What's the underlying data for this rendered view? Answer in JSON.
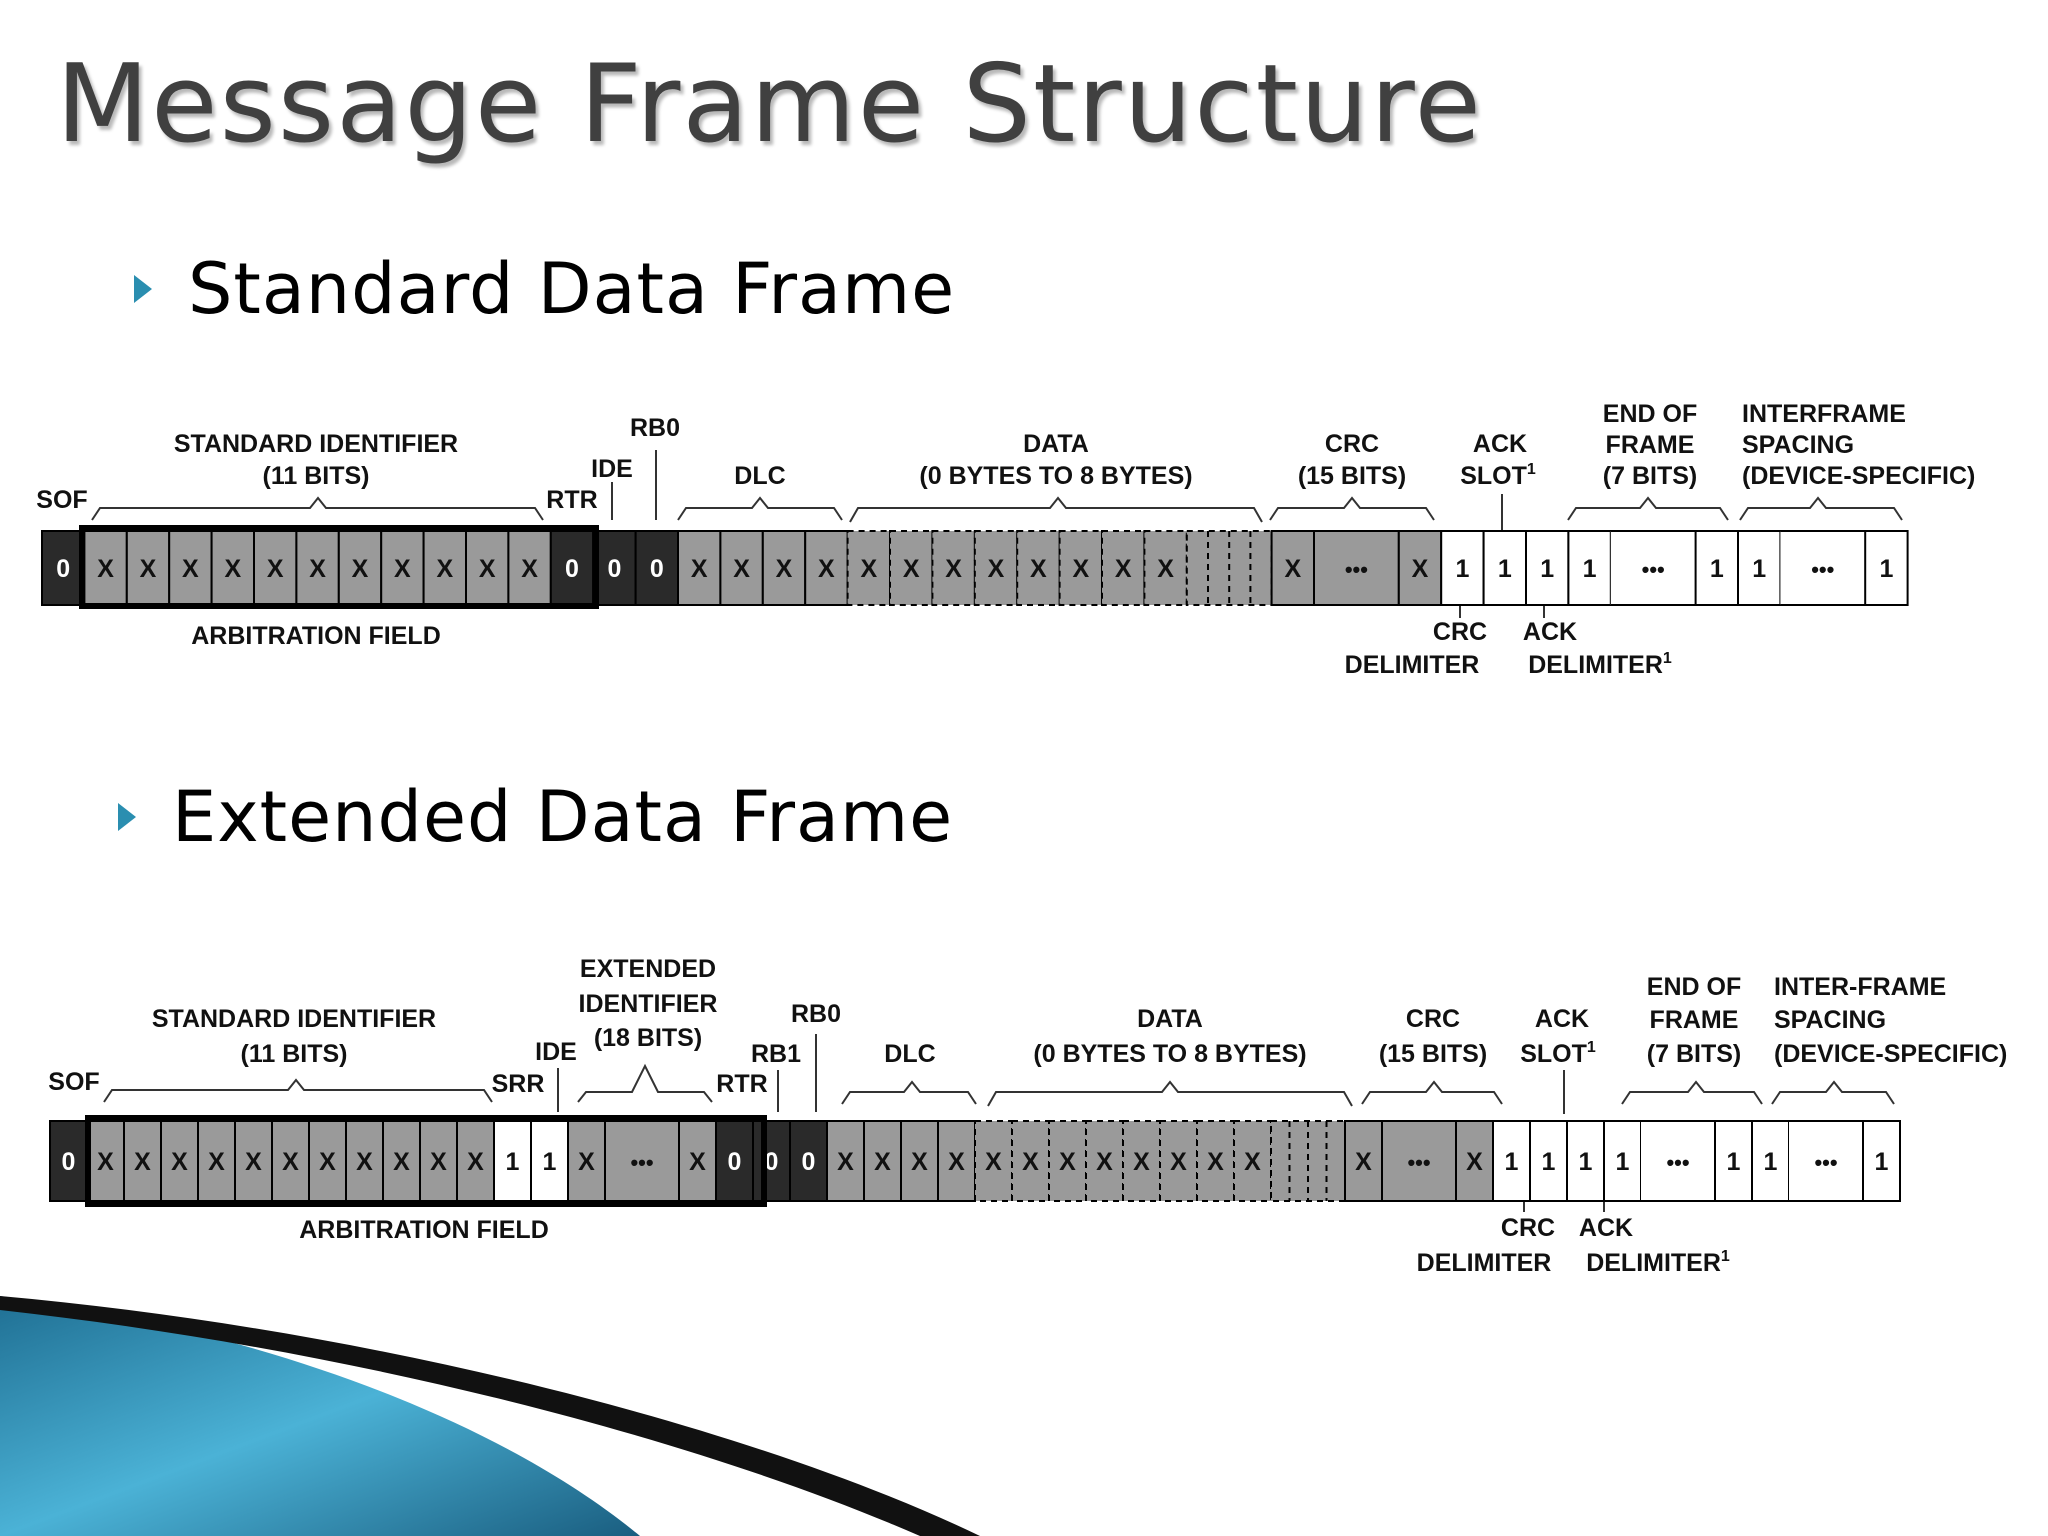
{
  "title": "Message Frame Structure",
  "bullets": {
    "standard": "Standard Data Frame",
    "extended": "Extended Data Frame"
  },
  "colors": {
    "dark_bit": "#2a2a2a",
    "gray_bit": "#9a9a9a",
    "white_bit": "#ffffff",
    "accent": "#2a8eb0",
    "swoosh_blue": "#39a0c8"
  },
  "standard_frame": {
    "labels": {
      "sof": "SOF",
      "std_id_line1": "STANDARD IDENTIFIER",
      "std_id_line2": "(11 BITS)",
      "rtr": "RTR",
      "ide": "IDE",
      "rb0": "RB0",
      "dlc": "DLC",
      "data_line1": "DATA",
      "data_line2": "(0 BYTES TO 8 BYTES)",
      "crc_line1": "CRC",
      "crc_line2": "(15 BITS)",
      "ack_line1": "ACK",
      "ack_line2": "SLOT",
      "eof_line1": "END OF",
      "eof_line2": "FRAME",
      "eof_line3": "(7 BITS)",
      "ifs_line1": "INTERFRAME",
      "ifs_line2": "SPACING",
      "ifs_line3": "(DEVICE-SPECIFIC)",
      "arbitration": "ARBITRATION FIELD",
      "crc_delim_line1": "CRC",
      "crc_delim_line2": "DELIMITER",
      "ack_delim_line1": "ACK",
      "ack_delim_line2": "DELIMITER",
      "footnote": "1"
    },
    "bits": [
      {
        "v": "0",
        "s": "dark"
      },
      {
        "v": "X",
        "s": "gray"
      },
      {
        "v": "X",
        "s": "gray"
      },
      {
        "v": "X",
        "s": "gray"
      },
      {
        "v": "X",
        "s": "gray"
      },
      {
        "v": "X",
        "s": "gray"
      },
      {
        "v": "X",
        "s": "gray"
      },
      {
        "v": "X",
        "s": "gray"
      },
      {
        "v": "X",
        "s": "gray"
      },
      {
        "v": "X",
        "s": "gray"
      },
      {
        "v": "X",
        "s": "gray"
      },
      {
        "v": "X",
        "s": "gray"
      },
      {
        "v": "0",
        "s": "dark"
      },
      {
        "v": "0",
        "s": "dark"
      },
      {
        "v": "0",
        "s": "dark"
      },
      {
        "v": "X",
        "s": "gray"
      },
      {
        "v": "X",
        "s": "gray"
      },
      {
        "v": "X",
        "s": "gray"
      },
      {
        "v": "X",
        "s": "gray"
      },
      {
        "v": "X",
        "s": "data"
      },
      {
        "v": "X",
        "s": "data"
      },
      {
        "v": "X",
        "s": "data"
      },
      {
        "v": "X",
        "s": "data"
      },
      {
        "v": "X",
        "s": "data"
      },
      {
        "v": "X",
        "s": "data"
      },
      {
        "v": "X",
        "s": "data"
      },
      {
        "v": "X",
        "s": "data"
      },
      {
        "v": "",
        "s": "datatail"
      },
      {
        "v": "X",
        "s": "gray"
      },
      {
        "v": "•••",
        "s": "graywide"
      },
      {
        "v": "X",
        "s": "gray"
      },
      {
        "v": "1",
        "s": "white"
      },
      {
        "v": "1",
        "s": "white"
      },
      {
        "v": "1",
        "s": "white"
      },
      {
        "v": "1",
        "s": "white"
      },
      {
        "v": "•••",
        "s": "whiteopen"
      },
      {
        "v": "1",
        "s": "white"
      },
      {
        "v": "1",
        "s": "white"
      },
      {
        "v": "•••",
        "s": "whiteopen"
      },
      {
        "v": "1",
        "s": "white"
      }
    ]
  },
  "extended_frame": {
    "labels": {
      "sof": "SOF",
      "std_id_line1": "STANDARD IDENTIFIER",
      "std_id_line2": "(11 BITS)",
      "srr": "SRR",
      "ide": "IDE",
      "ext_id_line1": "EXTENDED",
      "ext_id_line2": "IDENTIFIER",
      "ext_id_line3": "(18 BITS)",
      "rtr": "RTR",
      "rb1": "RB1",
      "rb0": "RB0",
      "dlc": "DLC",
      "data_line1": "DATA",
      "data_line2": "(0 BYTES TO 8 BYTES)",
      "crc_line1": "CRC",
      "crc_line2": "(15 BITS)",
      "ack_line1": "ACK",
      "ack_line2": "SLOT",
      "eof_line1": "END OF",
      "eof_line2": "FRAME",
      "eof_line3": "(7 BITS)",
      "ifs_line1": "INTER-FRAME",
      "ifs_line2": "SPACING",
      "ifs_line3": "(DEVICE-SPECIFIC)",
      "arbitration": "ARBITRATION FIELD",
      "crc_delim_line1": "CRC",
      "crc_delim_line2": "DELIMITER",
      "ack_delim_line1": "ACK",
      "ack_delim_line2": "DELIMITER",
      "footnote": "1"
    },
    "bits": [
      {
        "v": "0",
        "s": "dark"
      },
      {
        "v": "X",
        "s": "gray"
      },
      {
        "v": "X",
        "s": "gray"
      },
      {
        "v": "X",
        "s": "gray"
      },
      {
        "v": "X",
        "s": "gray"
      },
      {
        "v": "X",
        "s": "gray"
      },
      {
        "v": "X",
        "s": "gray"
      },
      {
        "v": "X",
        "s": "gray"
      },
      {
        "v": "X",
        "s": "gray"
      },
      {
        "v": "X",
        "s": "gray"
      },
      {
        "v": "X",
        "s": "gray"
      },
      {
        "v": "X",
        "s": "gray"
      },
      {
        "v": "1",
        "s": "white"
      },
      {
        "v": "1",
        "s": "white"
      },
      {
        "v": "X",
        "s": "gray"
      },
      {
        "v": "•••",
        "s": "graywide"
      },
      {
        "v": "X",
        "s": "gray"
      },
      {
        "v": "0",
        "s": "dark"
      },
      {
        "v": "0",
        "s": "dark"
      },
      {
        "v": "0",
        "s": "dark"
      },
      {
        "v": "X",
        "s": "gray"
      },
      {
        "v": "X",
        "s": "gray"
      },
      {
        "v": "X",
        "s": "gray"
      },
      {
        "v": "X",
        "s": "gray"
      },
      {
        "v": "X",
        "s": "data"
      },
      {
        "v": "X",
        "s": "data"
      },
      {
        "v": "X",
        "s": "data"
      },
      {
        "v": "X",
        "s": "data"
      },
      {
        "v": "X",
        "s": "data"
      },
      {
        "v": "X",
        "s": "data"
      },
      {
        "v": "X",
        "s": "data"
      },
      {
        "v": "X",
        "s": "data"
      },
      {
        "v": "",
        "s": "datatail"
      },
      {
        "v": "X",
        "s": "gray"
      },
      {
        "v": "•••",
        "s": "graywide"
      },
      {
        "v": "X",
        "s": "gray"
      },
      {
        "v": "1",
        "s": "white"
      },
      {
        "v": "1",
        "s": "white"
      },
      {
        "v": "1",
        "s": "white"
      },
      {
        "v": "1",
        "s": "white"
      },
      {
        "v": "•••",
        "s": "whiteopen"
      },
      {
        "v": "1",
        "s": "white"
      },
      {
        "v": "1",
        "s": "white"
      },
      {
        "v": "•••",
        "s": "whiteopen"
      },
      {
        "v": "1",
        "s": "white"
      }
    ]
  }
}
